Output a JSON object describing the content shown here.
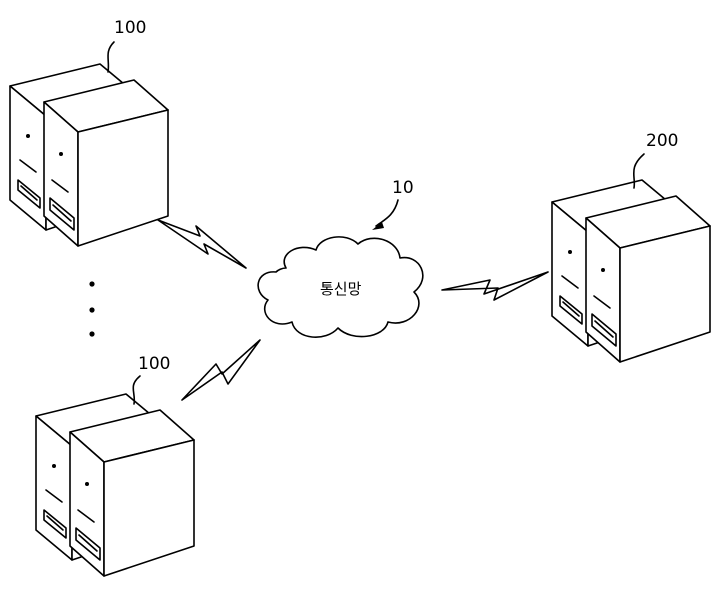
{
  "labels": {
    "server_top_left": "100",
    "server_bottom_left": "100",
    "server_right": "200",
    "network_ref": "10",
    "network_name": "통신망"
  },
  "icons": {
    "server": "server-tower-pair-icon",
    "network": "cloud-icon",
    "link": "lightning-bolt-icon",
    "ellipsis": "vertical-ellipsis-icon"
  }
}
